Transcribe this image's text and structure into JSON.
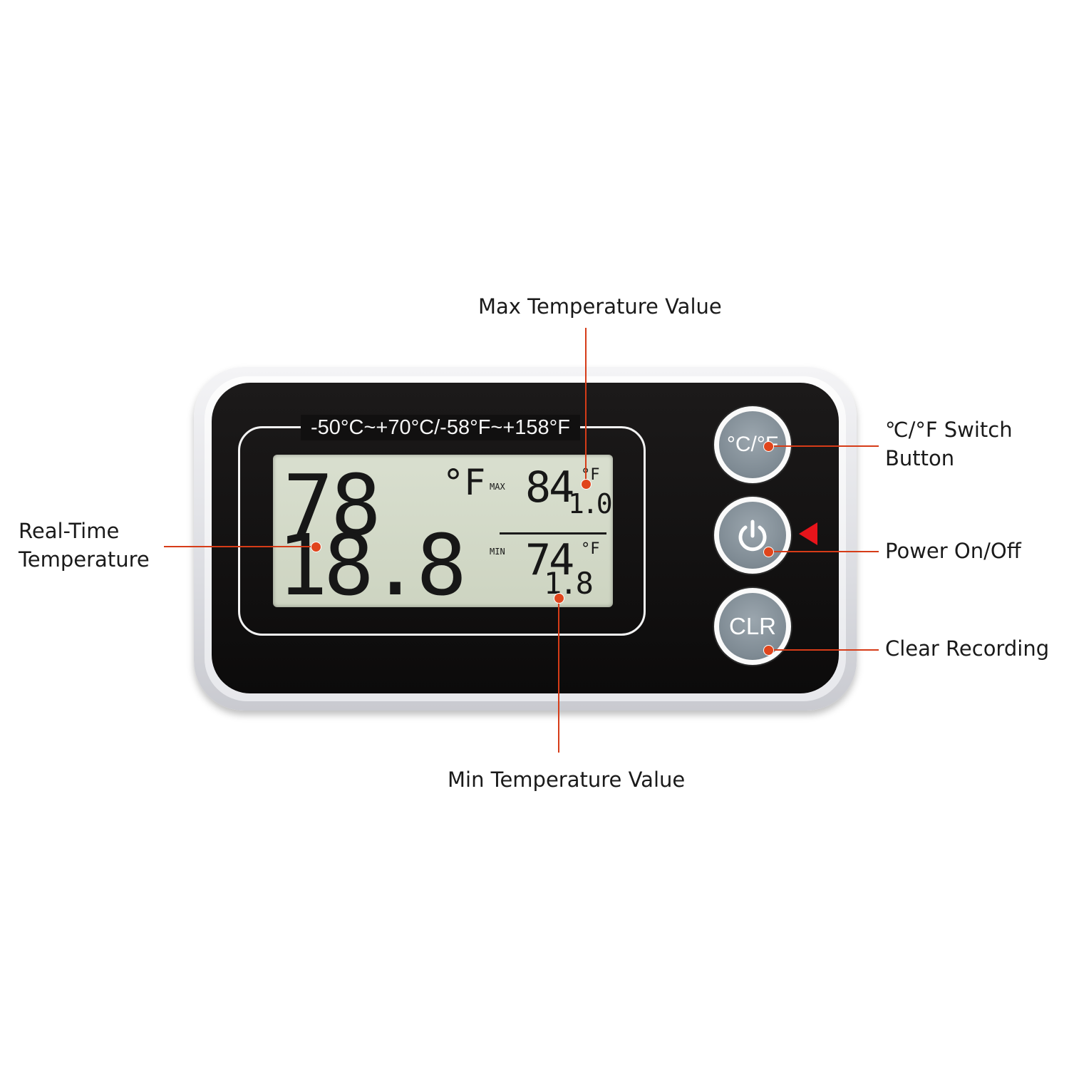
{
  "callouts": {
    "max": "Max Temperature Value",
    "min": "Min Temperature Value",
    "realtime_line1": "Real-Time",
    "realtime_line2": "Temperature",
    "switch_line1": "℃/°F Switch",
    "switch_line2": "Button",
    "power": "Power On/Off",
    "clear": "Clear Recording"
  },
  "device": {
    "range_label": "-50°C~+70°C/-58°F~+158°F",
    "main_reading_top": "78",
    "main_reading_bottom": "18.8",
    "main_unit": "°F",
    "max_tag": "MAX",
    "max_reading_top": "84",
    "max_reading_bottom": "1.0",
    "max_unit": "°F",
    "min_tag": "MIN",
    "min_reading_top": "74",
    "min_reading_bottom": "1.8",
    "min_unit": "°F",
    "buttons": {
      "switch_label": "°C/°F",
      "power_icon": "power-icon",
      "clear_label": "CLR"
    },
    "power_indicator_icon": "triangle-left-icon"
  },
  "colors": {
    "callout_line": "#d63c18",
    "callout_dot": "#e0451c",
    "power_indicator": "#e8141b"
  }
}
